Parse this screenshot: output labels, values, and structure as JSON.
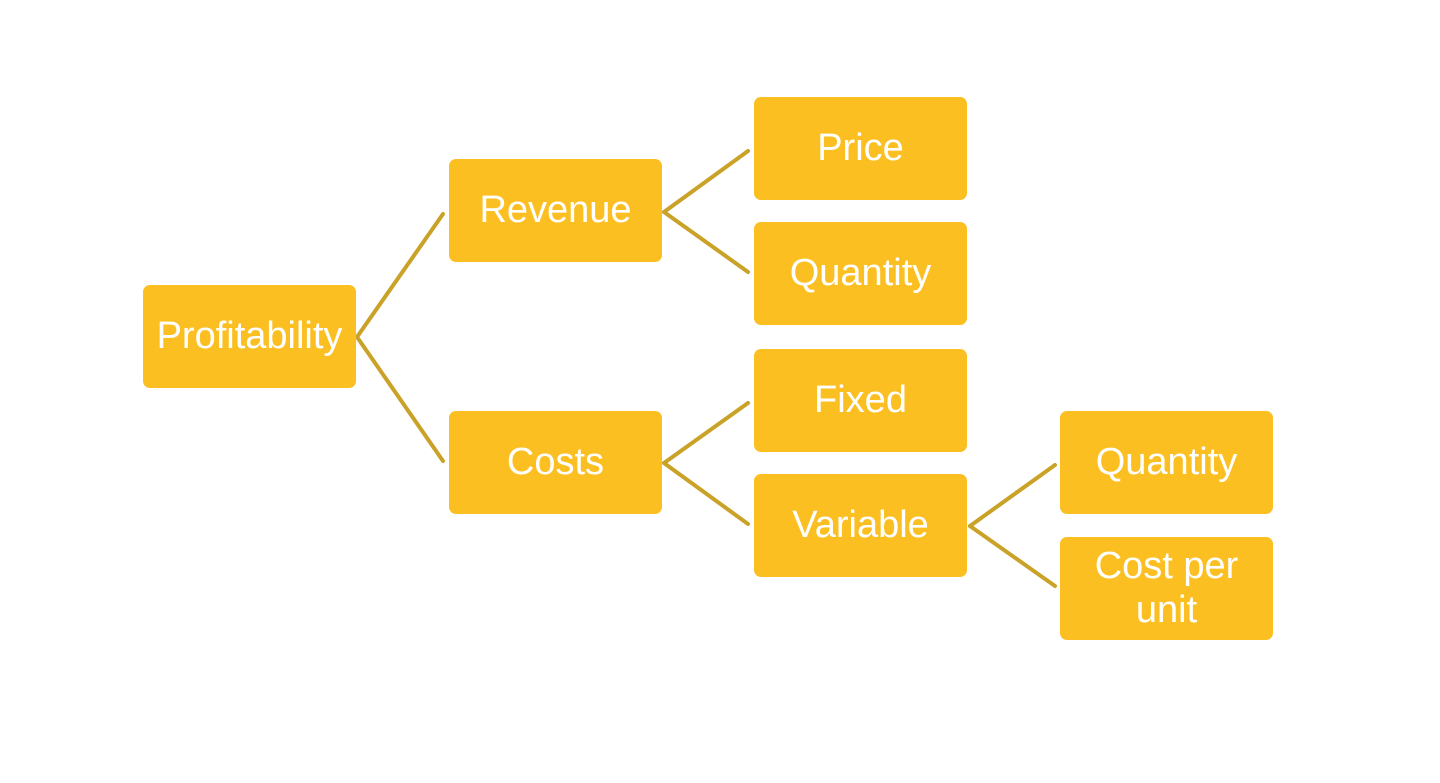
{
  "colors": {
    "node_fill": "#FBBF21",
    "node_text": "#FFFFFF",
    "connector": "#C9A227",
    "background": "#FFFFFF"
  },
  "tree": {
    "root": "Profitability",
    "revenue": {
      "label": "Revenue",
      "price": "Price",
      "quantity": "Quantity"
    },
    "costs": {
      "label": "Costs",
      "fixed": "Fixed",
      "variable": {
        "label": "Variable",
        "quantity": "Quantity",
        "cost_per_unit": "Cost per unit"
      }
    }
  }
}
